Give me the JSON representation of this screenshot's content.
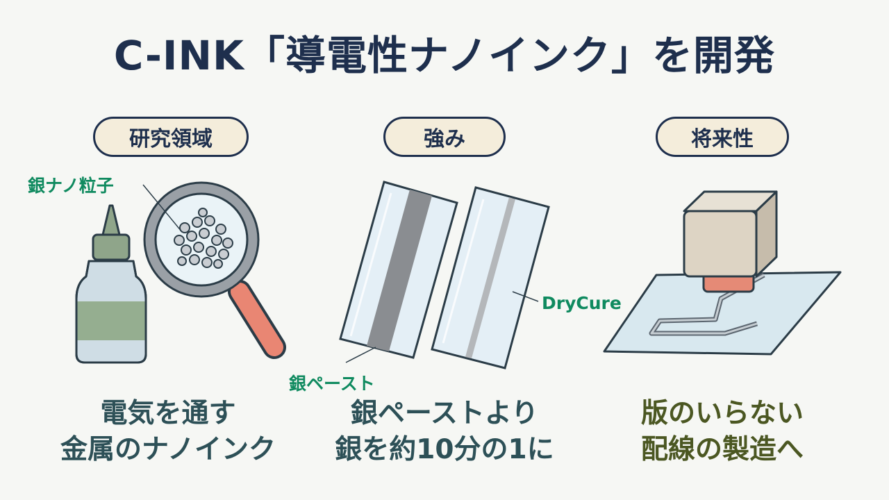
{
  "title": "C-INK「導電性ナノインク」を開発",
  "sections": [
    {
      "label": "研究領域",
      "callouts": [
        "銀ナノ粒子"
      ],
      "caption": [
        "電気を通す",
        "金属のナノインク"
      ]
    },
    {
      "label": "強み",
      "callouts": [
        "銀ペースト",
        "DryCure"
      ],
      "caption": [
        "銀ペーストより",
        "銀を約10分の1に"
      ]
    },
    {
      "label": "将来性",
      "callouts": [],
      "caption": [
        "版のいらない",
        "配線の製造へ"
      ]
    }
  ],
  "colors": {
    "navy": "#1e2f4d",
    "callout_green": "#0f8a5f",
    "caption_teal": "#2d5057",
    "caption_olive": "#4b5722",
    "pill_fill": "#f4eddb"
  },
  "icons": [
    "ink-bottle-icon",
    "magnifier-icon",
    "film-sheet-icon",
    "printer-head-icon"
  ]
}
